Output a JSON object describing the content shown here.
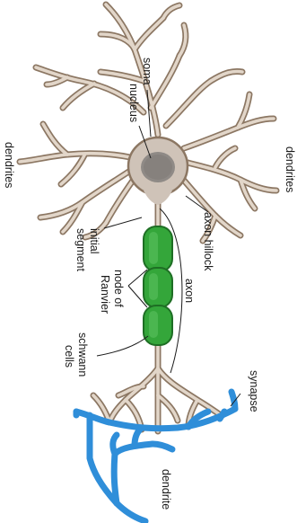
{
  "diagram": {
    "labels": {
      "soma": "soma",
      "nucleus": "nucleus",
      "dendrites_left": "dendrites",
      "dendrites_right": "dendrites",
      "axon_hillock": "axon hillock",
      "axon": "axon",
      "initial_segment_line1": "initial",
      "initial_segment_line2": "segment",
      "node_of_ranvier_line1": "node of",
      "node_of_ranvier_line2": "Ranvier",
      "schwann_cells_line1": "schwann",
      "schwann_cells_line2": "cells",
      "synapse": "synapse",
      "dendrite_bottom": "dendrite"
    },
    "colors": {
      "cell_outline": "#8c7763",
      "cell_fill": "#e2d6c9",
      "soma_fill": "#cfc3b8",
      "nucleus_fill": "#8f8a86",
      "schwann_green": "#34a63a",
      "schwann_dark": "#1e6e24",
      "target_dendrite_blue": "#2f8ed9",
      "text": "#1a1a1a"
    }
  }
}
